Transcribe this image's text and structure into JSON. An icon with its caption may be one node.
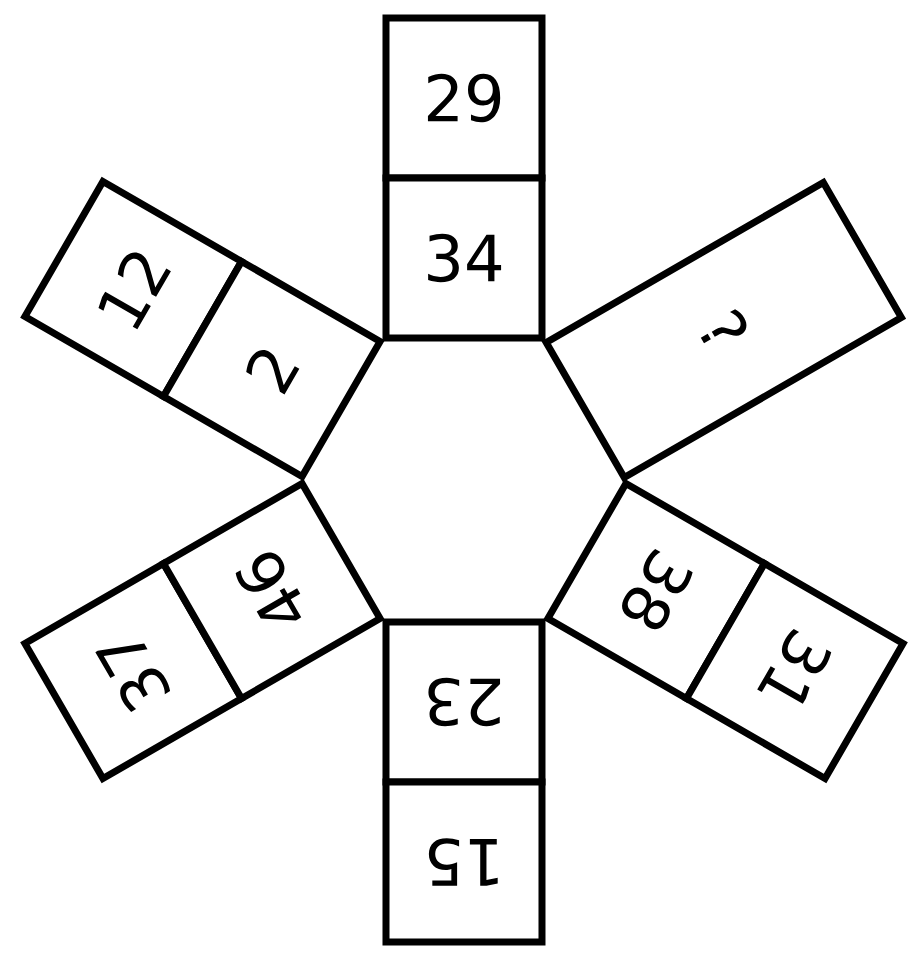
{
  "diagram": {
    "nodes": [
      {
        "text": [
          "29"
        ]
      },
      {
        "text": [
          "34"
        ]
      },
      {
        "text": [
          "12"
        ]
      },
      {
        "text": [
          "2"
        ]
      },
      {
        "text": [
          "?"
        ]
      },
      {
        "text": [
          "37"
        ]
      },
      {
        "text": [
          "46"
        ]
      },
      {
        "text": [
          "38"
        ]
      },
      {
        "text": [
          "31"
        ]
      },
      {
        "text": [
          "23"
        ]
      },
      {
        "text": [
          "15"
        ]
      }
    ]
  }
}
